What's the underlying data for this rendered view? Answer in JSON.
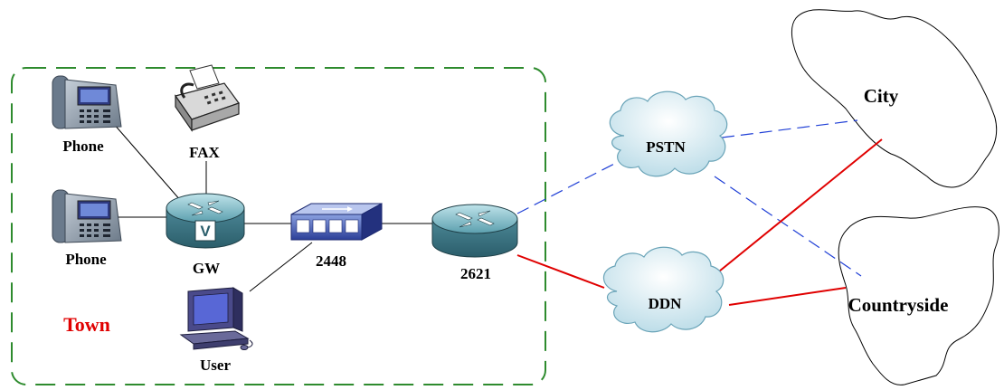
{
  "labels": {
    "phone_top": "Phone",
    "phone_bottom": "Phone",
    "fax": "FAX",
    "gw": "GW",
    "switch": "2448",
    "router": "2621",
    "user": "User",
    "town": "Town",
    "pstn": "PSTN",
    "ddn": "DDN",
    "city": "City",
    "countryside": "Countryside",
    "gw_badge": "V"
  },
  "colors": {
    "town_border": "#2e8b2e",
    "town_label": "#e00000",
    "dashed_link": "#1f3fd6",
    "solid_link": "#e00000",
    "plain_link": "#000000"
  },
  "icons": {
    "phone": "ip-phone-icon",
    "fax": "fax-machine-icon",
    "gateway": "voice-gateway-router-icon",
    "switch": "ethernet-switch-icon",
    "router": "router-icon",
    "workstation": "workstation-icon",
    "cloud": "network-cloud-icon"
  }
}
